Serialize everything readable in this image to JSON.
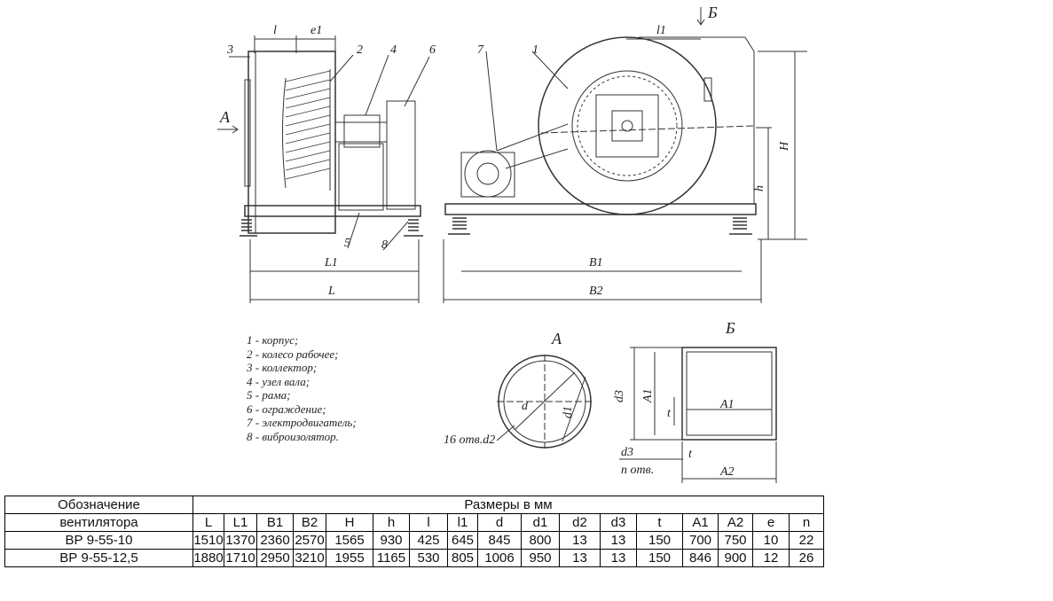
{
  "drawing": {
    "view_labels": {
      "A": "А",
      "B": "Б"
    },
    "part_numbers": [
      "3",
      "2",
      "4",
      "6",
      "7",
      "1",
      "5",
      "8"
    ],
    "dim_labels": {
      "l": "l",
      "e1": "e1",
      "l1": "l1",
      "H": "H",
      "h": "h",
      "L1": "L1",
      "L": "L",
      "B1": "B1",
      "B2": "B2",
      "d": "d",
      "d1": "d1",
      "d2_note": "16 отв.d2",
      "d3": "d3",
      "A1": "A1",
      "A2": "A2",
      "A1v": "A1",
      "d3v": "d3",
      "t": "t",
      "t2": "t",
      "n_note": "n отв."
    }
  },
  "legend": [
    "1 - корпус;",
    "2 - колесо рабочее;",
    "3 - коллектор;",
    "4 - узел вала;",
    "5 - рама;",
    "6 - ограждение;",
    "7 - электродвигатель;",
    "8 - виброизолятор."
  ],
  "table": {
    "designation_header_line1": "Обозначение",
    "designation_header_line2": "вентилятора",
    "dimensions_header": "Размеры в мм",
    "columns": [
      "L",
      "L1",
      "B1",
      "B2",
      "H",
      "h",
      "l",
      "l1",
      "d",
      "d1",
      "d2",
      "d3",
      "t",
      "A1",
      "A2",
      "e",
      "n"
    ],
    "rows": [
      {
        "name": "ВР 9-55-10",
        "values": [
          "1510",
          "1370",
          "2360",
          "2570",
          "1565",
          "930",
          "425",
          "645",
          "845",
          "800",
          "13",
          "13",
          "150",
          "700",
          "750",
          "10",
          "22"
        ]
      },
      {
        "name": "ВР 9-55-12,5",
        "values": [
          "1880",
          "1710",
          "2950",
          "3210",
          "1955",
          "1165",
          "530",
          "805",
          "1006",
          "950",
          "13",
          "13",
          "150",
          "846",
          "900",
          "12",
          "26"
        ]
      }
    ]
  }
}
